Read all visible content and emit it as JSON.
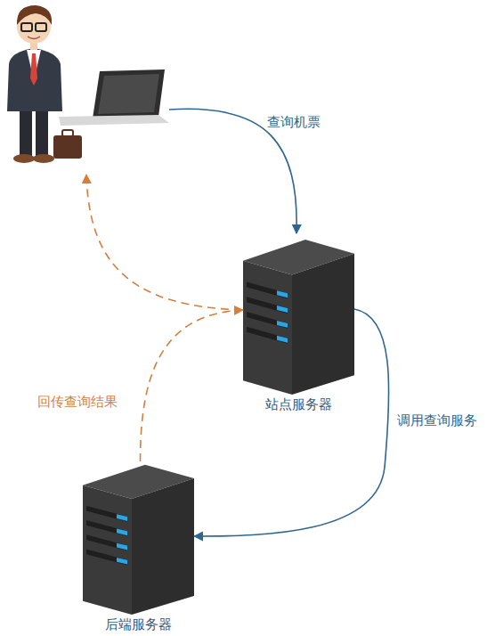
{
  "diagram": {
    "nodes": [
      {
        "text": [
          "站点服务器"
        ]
      },
      {
        "text": [
          "后端服务器"
        ]
      }
    ],
    "edges": [
      {
        "from": 0,
        "to": 1,
        "label": "调用查询服务",
        "arrow": "to"
      },
      {
        "from": 1,
        "to": 0,
        "label": "回传查询结果",
        "arrow": "to"
      }
    ],
    "labels": [
      "查询机票"
    ]
  }
}
